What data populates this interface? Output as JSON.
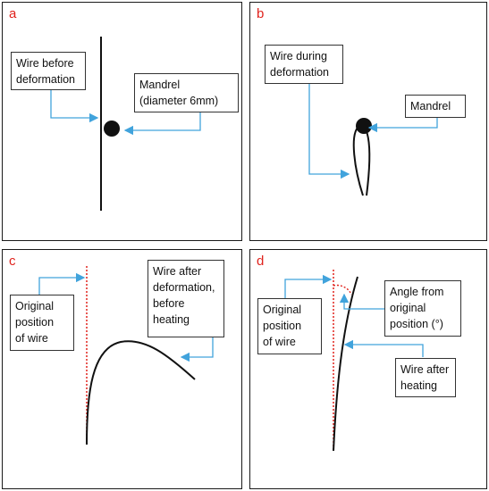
{
  "panels": {
    "a": {
      "letter": "a",
      "wire_label": [
        "Wire before",
        "deformation"
      ],
      "mandrel_label": [
        "Mandrel",
        "(diameter 6mm)"
      ]
    },
    "b": {
      "letter": "b",
      "wire_label": [
        "Wire during",
        "deformation"
      ],
      "mandrel_label": [
        "Mandrel"
      ]
    },
    "c": {
      "letter": "c",
      "original_label": [
        "Original",
        "position",
        "of wire"
      ],
      "wire_label": [
        "Wire after",
        "deformation,",
        "before",
        "heating"
      ]
    },
    "d": {
      "letter": "d",
      "original_label": [
        "Original",
        "position",
        "of wire"
      ],
      "angle_label": [
        "Angle from",
        "original",
        "position (°)"
      ],
      "wire_label": [
        "Wire after",
        "heating"
      ]
    }
  },
  "colors": {
    "letter": "#e0221c",
    "arrow": "#41a3dc",
    "dotted": "#e0221c",
    "line": "#111111"
  }
}
